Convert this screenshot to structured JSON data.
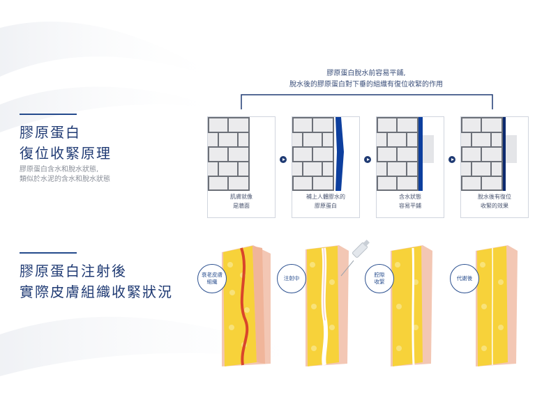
{
  "section1": {
    "title_line1": "膠原蛋白",
    "title_line2": "復位收緊原理",
    "subtitle_line1": "膠原蛋白含水和脫水狀態,",
    "subtitle_line2": "類似於水泥的含水和脫水狀態"
  },
  "top_caption": {
    "line1": "膠原蛋白脫水前容易平鋪,",
    "line2": "脫水後的膠原蛋白對下垂的組織有復位收緊的作用"
  },
  "panels": [
    {
      "line1": "肌膚就像",
      "line2": "是牆面"
    },
    {
      "line1": "補上人體膠水的",
      "line2": "膠原蛋白"
    },
    {
      "line1": "含水狀態",
      "line2": "容易平鋪"
    },
    {
      "line1": "脫水後有復位",
      "line2": "收緊的效果"
    }
  ],
  "section2": {
    "title_line1": "膠原蛋白注射後",
    "title_line2": "實際皮膚組織收緊狀況"
  },
  "bubbles": [
    {
      "line1": "衰老皮膚",
      "line2": "組織"
    },
    {
      "line1": "注射中",
      "line2": ""
    },
    {
      "line1": "腔隙",
      "line2": "收緊"
    },
    {
      "line1": "代謝後",
      "line2": ""
    }
  ],
  "colors": {
    "brand_navy": "#1f3a73",
    "collagen_blue": "#0d3f9e",
    "fat_yellow": "#f7d23a",
    "skin_pink": "#f3c7b4",
    "crease_red": "#d9452b"
  }
}
